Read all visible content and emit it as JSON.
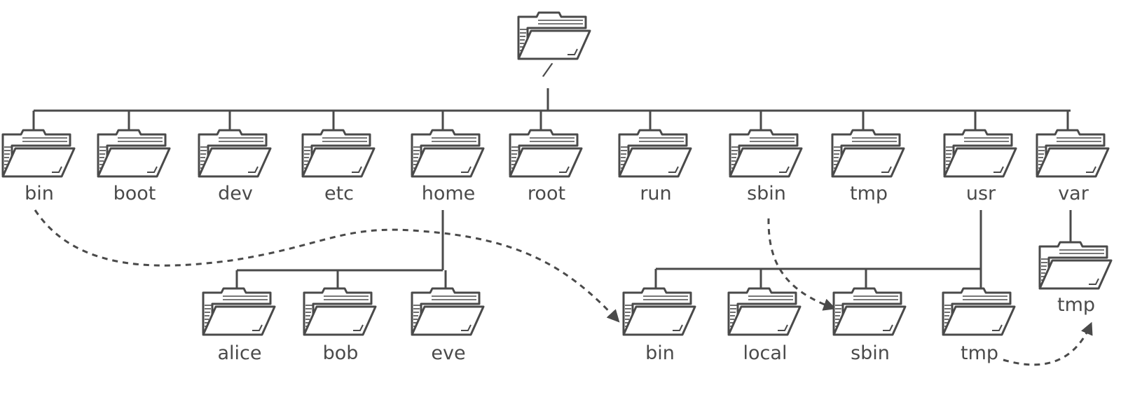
{
  "root": {
    "label": "/",
    "icon": "folder-icon"
  },
  "level1": [
    {
      "id": "bin",
      "label": "bin"
    },
    {
      "id": "boot",
      "label": "boot"
    },
    {
      "id": "dev",
      "label": "dev"
    },
    {
      "id": "etc",
      "label": "etc"
    },
    {
      "id": "home",
      "label": "home"
    },
    {
      "id": "root",
      "label": "root"
    },
    {
      "id": "run",
      "label": "run"
    },
    {
      "id": "sbin",
      "label": "sbin"
    },
    {
      "id": "tmp",
      "label": "tmp"
    },
    {
      "id": "usr",
      "label": "usr"
    },
    {
      "id": "var",
      "label": "var"
    }
  ],
  "home_children": [
    {
      "id": "alice",
      "label": "alice"
    },
    {
      "id": "bob",
      "label": "bob"
    },
    {
      "id": "eve",
      "label": "eve"
    }
  ],
  "usr_children": [
    {
      "id": "usr_bin",
      "label": "bin"
    },
    {
      "id": "usr_local",
      "label": "local"
    },
    {
      "id": "usr_sbin",
      "label": "sbin"
    },
    {
      "id": "usr_tmp",
      "label": "tmp"
    }
  ],
  "var_children": [
    {
      "id": "var_tmp",
      "label": "tmp"
    }
  ],
  "links": [
    {
      "from": "bin",
      "to": "usr_bin"
    },
    {
      "from": "sbin",
      "to": "usr_sbin"
    },
    {
      "from": "usr_tmp",
      "to": "var_tmp"
    }
  ],
  "colors": {
    "stroke": "#4a4a4a",
    "background": "#ffffff"
  }
}
